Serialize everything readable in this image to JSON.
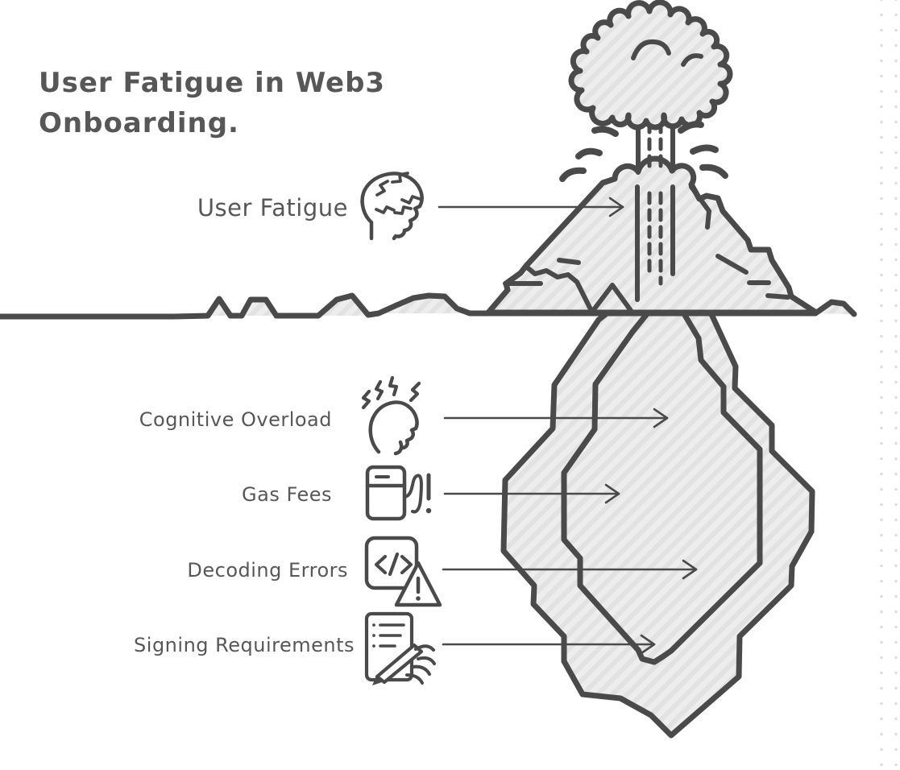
{
  "title": {
    "line1": "User Fatigue in Web3",
    "line2": "Onboarding."
  },
  "surface_label": {
    "text": "User Fatigue",
    "icon": "stressed-head-icon"
  },
  "iceberg_labels": [
    {
      "text": "Cognitive Overload",
      "icon": "overloaded-head-icon"
    },
    {
      "text": "Gas Fees",
      "icon": "gas-pump-icon"
    },
    {
      "text": "Decoding Errors",
      "icon": "code-error-icon"
    },
    {
      "text": "Signing Requirements",
      "icon": "signing-document-icon"
    }
  ],
  "colors": {
    "ink": "#4a4a4a",
    "label_text": "#575757",
    "shape_fill": "#ededed",
    "shape_fill_stripe": "#e2e2e2",
    "dot_grid": "#dedede",
    "background": "#ffffff"
  }
}
